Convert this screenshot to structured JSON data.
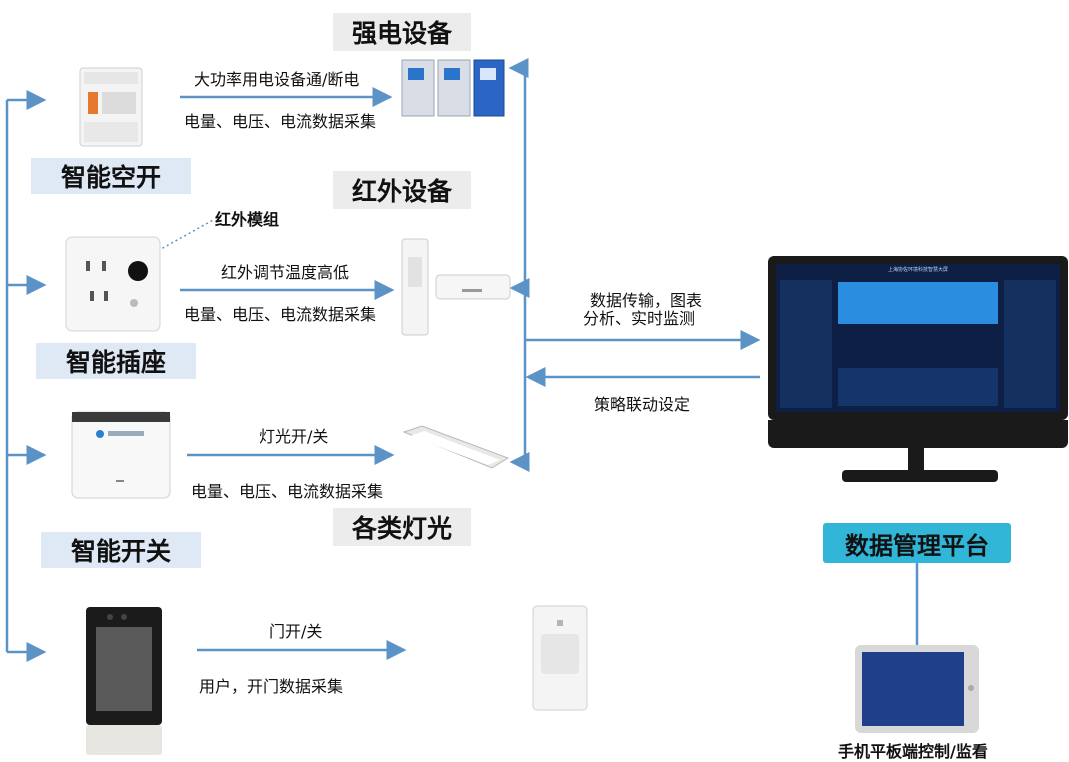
{
  "categories": {
    "strong_power": "强电设备",
    "infrared": "红外设备",
    "lighting": "各类灯光"
  },
  "devices": {
    "smart_breaker": "智能空开",
    "smart_socket": "智能插座",
    "smart_switch": "智能开关"
  },
  "annotations": {
    "infrared_module": "红外模组"
  },
  "edges": {
    "breaker_control": "大功率用电设备通/断电",
    "breaker_collect": "电量、电压、电流数据采集",
    "socket_control": "红外调节温度高低",
    "socket_collect": "电量、电压、电流数据采集",
    "switch_control": "灯光开/关",
    "switch_collect": "电量、电压、电流数据采集",
    "door_control": "门开/关",
    "door_collect": "用户，开门数据采集",
    "to_platform_1": "数据传输，图表",
    "to_platform_2": "分析、实时监测",
    "from_platform": "策略联动设定"
  },
  "platform": {
    "label": "数据管理平台",
    "screen_title": "上海协佐环境科技智慧大屏"
  },
  "tablet": {
    "label": "手机平板端控制/监看"
  },
  "colors": {
    "arrow": "#5b93c7",
    "label_bg": "#dfe9f5",
    "category_bg": "#ececec",
    "platform_bg": "#31b6d8",
    "screen_bg": "#0d1f45"
  }
}
